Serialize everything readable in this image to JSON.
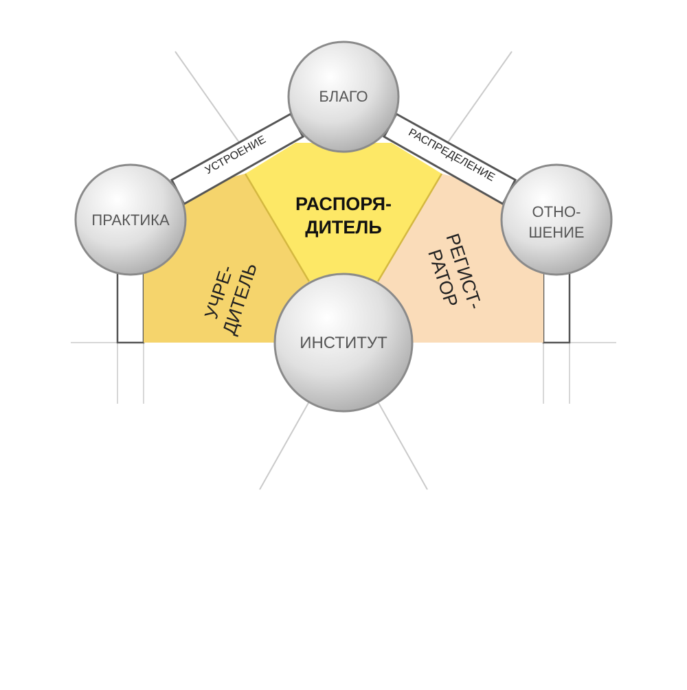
{
  "nodes": {
    "blago": "БЛАГО",
    "praktika": "ПРАКТИКА",
    "otnoshenie": [
      "ОТНО-",
      "ШЕНИЕ"
    ],
    "institut": "ИНСТИТУТ"
  },
  "bands": {
    "ustroenie": "УСТРОЕНИЕ",
    "raspredelenie": "РАСПРЕДЕЛЕНИЕ"
  },
  "sectors": {
    "rasporyaditel": [
      "РАСПОРЯ-",
      "ДИТЕЛЬ"
    ],
    "uchreditel": [
      "УЧРЕ-",
      "ДИТЕЛЬ"
    ],
    "registrator": [
      "РЕГИСТ-",
      "РАТОР"
    ]
  },
  "colors": {
    "center_sector": "#FDE866",
    "left_sector": "#F5D46C",
    "right_sector": "#FADCB9",
    "sphere": "#D9D9D9",
    "sphere_stroke": "#8A8A8A",
    "lines": "#BFBFBF",
    "band_stroke": "#555555"
  }
}
